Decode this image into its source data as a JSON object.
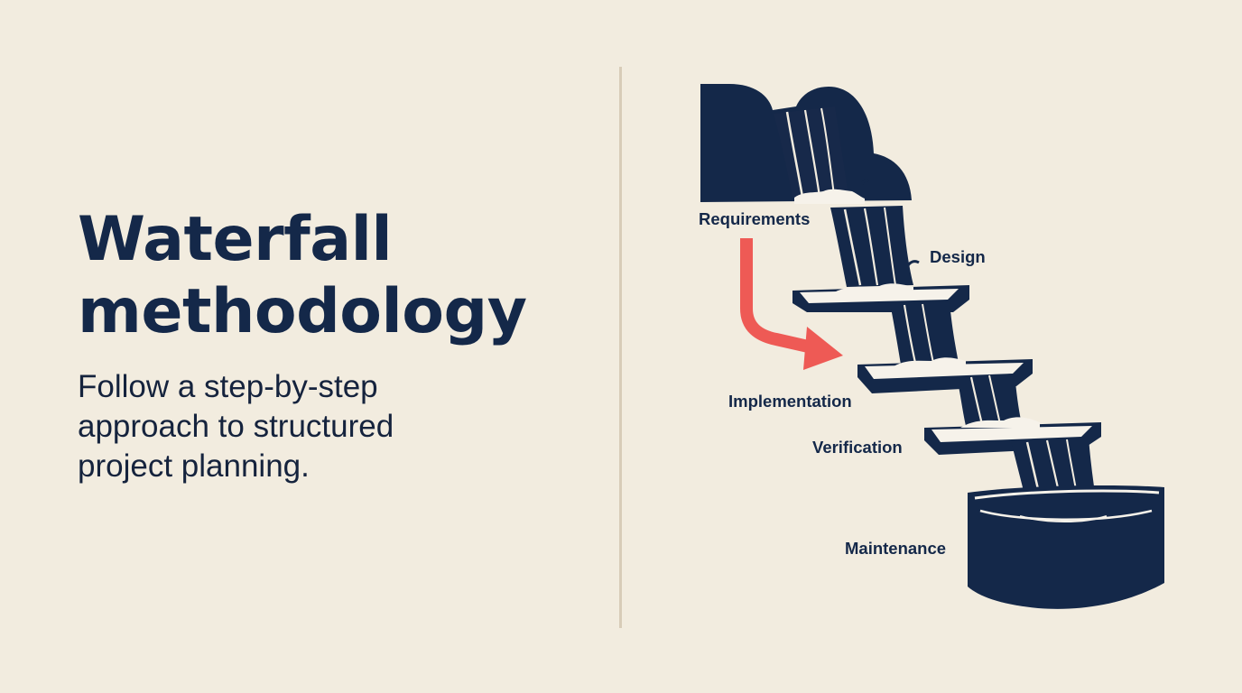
{
  "title": {
    "line1": "Waterfall",
    "line2": "methodology"
  },
  "subtitle": {
    "line1": "Follow a step-by-step",
    "line2": "approach to structured",
    "line3": "project planning."
  },
  "steps": [
    {
      "label": "Requirements"
    },
    {
      "label": "Design"
    },
    {
      "label": "Implementation"
    },
    {
      "label": "Verification"
    },
    {
      "label": "Maintenance"
    }
  ],
  "colors": {
    "background": "#f2ecdf",
    "navy": "#142849",
    "accent_arrow": "#ee5a55",
    "foam": "#f6f2ea",
    "divider": "#d8ccb8"
  }
}
